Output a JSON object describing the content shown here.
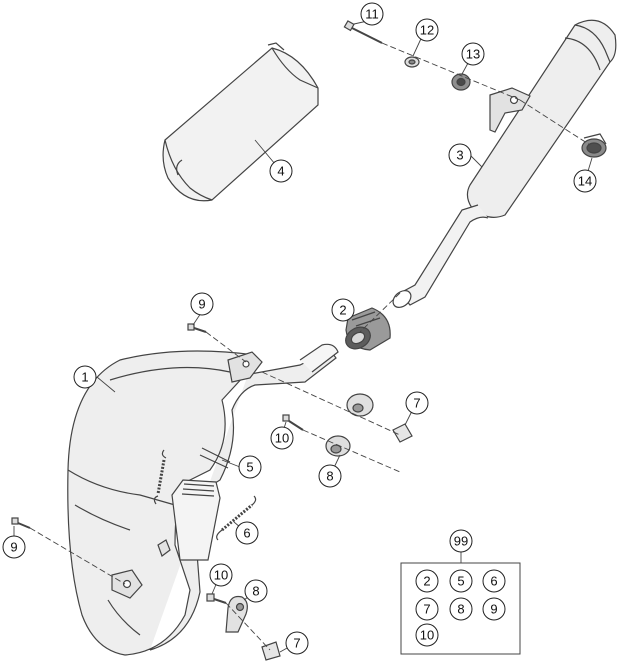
{
  "callouts": [
    {
      "id": "c1",
      "text": "1"
    },
    {
      "id": "c2",
      "text": "2"
    },
    {
      "id": "c3",
      "text": "3"
    },
    {
      "id": "c4",
      "text": "4"
    },
    {
      "id": "c5",
      "text": "5"
    },
    {
      "id": "c6",
      "text": "6"
    },
    {
      "id": "c7a",
      "text": "7"
    },
    {
      "id": "c7b",
      "text": "7"
    },
    {
      "id": "c8a",
      "text": "8"
    },
    {
      "id": "c8b",
      "text": "8"
    },
    {
      "id": "c9a",
      "text": "9"
    },
    {
      "id": "c9b",
      "text": "9"
    },
    {
      "id": "c10a",
      "text": "10"
    },
    {
      "id": "c10b",
      "text": "10"
    },
    {
      "id": "c11",
      "text": "11"
    },
    {
      "id": "c12",
      "text": "12"
    },
    {
      "id": "c13",
      "text": "13"
    },
    {
      "id": "c14",
      "text": "14"
    }
  ],
  "kit": {
    "label": "99",
    "items": [
      "2",
      "5",
      "6",
      "7",
      "8",
      "9",
      "10"
    ]
  }
}
